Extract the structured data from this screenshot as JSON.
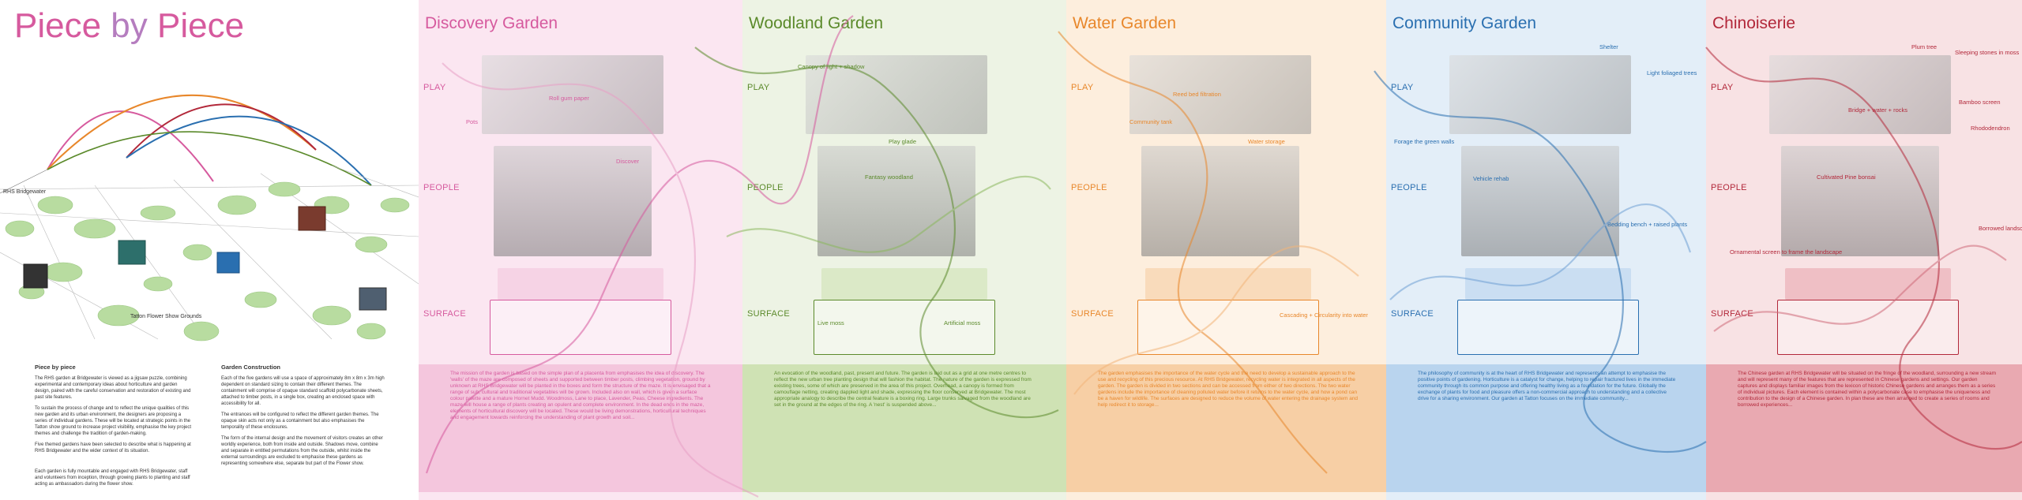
{
  "intro": {
    "title_words": [
      {
        "text": "Piece",
        "color": "#d65a9e"
      },
      {
        "text": " by ",
        "color": "#b57dbf"
      },
      {
        "text": "Piece",
        "color": "#d65a9e"
      }
    ],
    "site_labels": {
      "bridgewater": "RHS Bridgewater",
      "showgrounds": "Tatton Flower Show Grounds"
    },
    "col1_heading": "Piece by piece",
    "col1_paras": [
      "The RHS garden at Bridgewater is viewed as a jigsaw puzzle, combining experimental and contemporary ideas about horticulture and garden design, paired with the careful conservation and restoration of existing and past site features.",
      "To sustain the process of change and to reflect the unique qualities of this new garden and its urban environment, the designers are proposing a series of individual gardens. These will be located at strategic points in the Tatton show ground to increase project visibility, emphasise the key project themes and challenge the tradition of garden-making.",
      "Five themed gardens have been selected to describe what is happening at RHS Bridgewater and the wider context of its situation.",
      "Each garden is fully mountable and engaged with RHS Bridgewater, staff and volunteers from inception, through growing plants to planting and staff acting as ambassadors during the flower show."
    ],
    "col2_heading": "Garden Construction",
    "col2_paras": [
      "Each of the five gardens will use a space of approximately 8m x 8m x 3m high dependent on standard sizing to contain their different themes. The containment will comprise of opaque standard scaffold polycarbonate sheets, attached to timber posts, in a single box, creating an enclosed space with accessibility for all.",
      "The entrances will be configured to reflect the different garden themes. The opaque skin acts not only as a containment but also emphasises the temporality of these enclosures.",
      "The form of the internal design and the movement of visitors creates an other worldly experience, both from inside and outside. Shadows move, combine and separate in entitled permutations from the outside, whilst inside the external surroundings are excluded to emphasise these gardens as representing somewhere else, separate but part of the Flower show."
    ]
  },
  "row_labels": {
    "play": "PLAY",
    "people": "PEOPLE",
    "surface": "SURFACE"
  },
  "gardens": [
    {
      "title": "Discovery Garden",
      "color": "#d65a9e",
      "bg": "#fbe6f1",
      "band": "#f4c6dd",
      "captions": [
        "Pots",
        "Roll gum paper",
        "Discover"
      ],
      "text": "The mission of the garden is based on the simple plan of a placenta from emphasises the idea of discovery. The 'walls' of the maze are composed of sheets and supported between timber posts, climbing vegetation, ground by unknown at RHS Bridgewater will be planted in the boxes and form the structure of the maze. It is envisaged that a range of sub, cultural and traditional vegetables will be grown. Included also on wall, which is given a surface colour palette and a mature Hornet Mudd. Woodmoss, Lane to place, Lavender, Peas, Cheese ingredients. The maze will house a range of plants creating an opulent and complete environment. In the dead ends in the maze, elements of horticultural discovery will be located. These would be living demonstrations, horticultural techniques and engagement towards reinforcing the understanding of plant growth and soil..."
    },
    {
      "title": "Woodland Garden",
      "color": "#5b8a2b",
      "bg": "#edf3e4",
      "band": "#cfe2b4",
      "captions": [
        "Canopy of light + shadow",
        "Play glade",
        "Fantasy woodland",
        "Live moss",
        "Artificial moss"
      ],
      "text": "An evocation of the woodland, past, present and future. The garden is laid out as a grid at one metre centres to reflect the new urban tree planting design that will fashion the habitat. The nature of the garden is expressed from existing trees, some of which are preserved in the area of this project. Overhead, a canopy is formed from camouflage netting, creating dappled light and shade, expressing the floor conserved at Bridgewater. The most appropriate analogy to describe the central feature is a boxing ring. Large trunks salvaged from the woodland are set in the ground at the edges of the ring. A 'nest' is suspended above..."
    },
    {
      "title": "Water Garden",
      "color": "#e8872b",
      "bg": "#fdeedd",
      "band": "#f7cfa5",
      "captions": [
        "Reed bed filtration",
        "Community tank",
        "Water storage",
        "Cascading + Circularity into water"
      ],
      "text": "The garden emphasises the importance of the water cycle and the need to develop a sustainable approach to the use and recycling of this precious resource. At RHS Bridgewater, recycling water is integrated in all aspects of the garden. The garden is divided in two sections and can be accessed from either of two directions. The two water gardens include the importance of cleaning polluted water before it returns to the water cycle, and how a pond can be a haven for wildlife. The surfaces are designed to reduce the volume of water entering the drainage system and help redirect it to storage..."
    },
    {
      "title": "Community Garden",
      "color": "#2a6fb0",
      "bg": "#e3eef8",
      "band": "#b9d4ee",
      "captions": [
        "Shelter",
        "Light foliaged trees",
        "Forage the green walls",
        "Vehicle rehab",
        "Bedding bench + raised plants"
      ],
      "text": "The philosophy of community is at the heart of RHS Bridgewater and represents an attempt to emphasise the positive points of gardening. Horticulture is a catalyst for change, helping to repair fractured lives in the immediate community through its common purpose and offering healthy living as a foundation for the future. Globally the exchange of plants for food and pleasure offers a non-commercial approach to understanding and a collective drive for a sharing environment. Our garden at Tatton focuses on the immediate community..."
    },
    {
      "title": "Chinoiserie",
      "color": "#b2283a",
      "bg": "#f8e2e4",
      "band": "#e9a9b1",
      "captions": [
        "Plum tree",
        "Sleeping stones in moss",
        "Bridge + water + rocks",
        "Bamboo screen",
        "Rhododendron",
        "Cultivated Pine bonsai",
        "Borrowed landscape",
        "Ornamental screen to frame the landscape"
      ],
      "text": "The Chinese garden at RHS Bridgewater will be situated on the fringe of the woodland, surrounding a new stream and will represent many of the features that are represented in Chinese gardens and settings. Our garden captures and displays familiar images from the lexicon of historic Chinese gardens and arranges them as a series of individual pictures. Each element is contained within a polycarbonate case to emphasise the uniqueness and contribution to the design of a Chinese garden. In plan these are then arranged to create a series of rooms and borrowed experiences..."
    }
  ]
}
